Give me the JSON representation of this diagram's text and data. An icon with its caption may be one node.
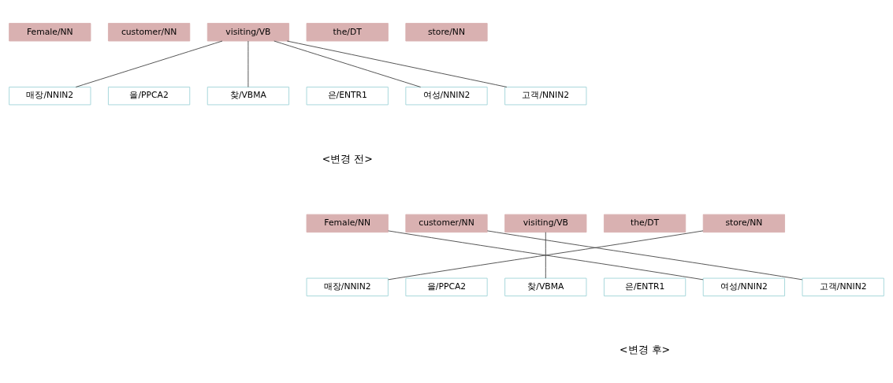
{
  "diagram": {
    "nodes": [
      {
        "text": [
          "Female/NN"
        ]
      },
      {
        "text": [
          "customer/NN"
        ]
      },
      {
        "text": [
          "visiting/VB"
        ]
      },
      {
        "text": [
          "the/DT"
        ]
      },
      {
        "text": [
          "store/NN"
        ]
      },
      {
        "text": [
          "매장/NNIN2"
        ]
      },
      {
        "text": [
          "을/PPCA2"
        ]
      },
      {
        "text": [
          "찾/VBMA"
        ]
      },
      {
        "text": [
          "은/ENTR1"
        ]
      },
      {
        "text": [
          "여성/NNIN2"
        ]
      },
      {
        "text": [
          "고객/NNIN2"
        ]
      },
      {
        "text": [
          "Female/NN"
        ]
      },
      {
        "text": [
          "customer/NN"
        ]
      },
      {
        "text": [
          "visiting/VB"
        ]
      },
      {
        "text": [
          "the/DT"
        ]
      },
      {
        "text": [
          "store/NN"
        ]
      },
      {
        "text": [
          "매장/NNIN2"
        ]
      },
      {
        "text": [
          "을/PPCA2"
        ]
      },
      {
        "text": [
          "찾/VBMA"
        ]
      },
      {
        "text": [
          "은/ENTR1"
        ]
      },
      {
        "text": [
          "여성/NNIN2"
        ]
      },
      {
        "text": [
          "고객/NNIN2"
        ]
      }
    ],
    "edges": [
      {
        "from": 2,
        "to": 5,
        "arrow": "none"
      },
      {
        "from": 2,
        "to": 7,
        "arrow": "none"
      },
      {
        "from": 2,
        "to": 9,
        "arrow": "none"
      },
      {
        "from": 2,
        "to": 10,
        "arrow": "none"
      },
      {
        "from": 11,
        "to": 20,
        "arrow": "none"
      },
      {
        "from": 12,
        "to": 21,
        "arrow": "none"
      },
      {
        "from": 13,
        "to": 18,
        "arrow": "none"
      },
      {
        "from": 15,
        "to": 16,
        "arrow": "none"
      }
    ],
    "labels": [
      "<변경 전>",
      "<변경 후>"
    ]
  }
}
